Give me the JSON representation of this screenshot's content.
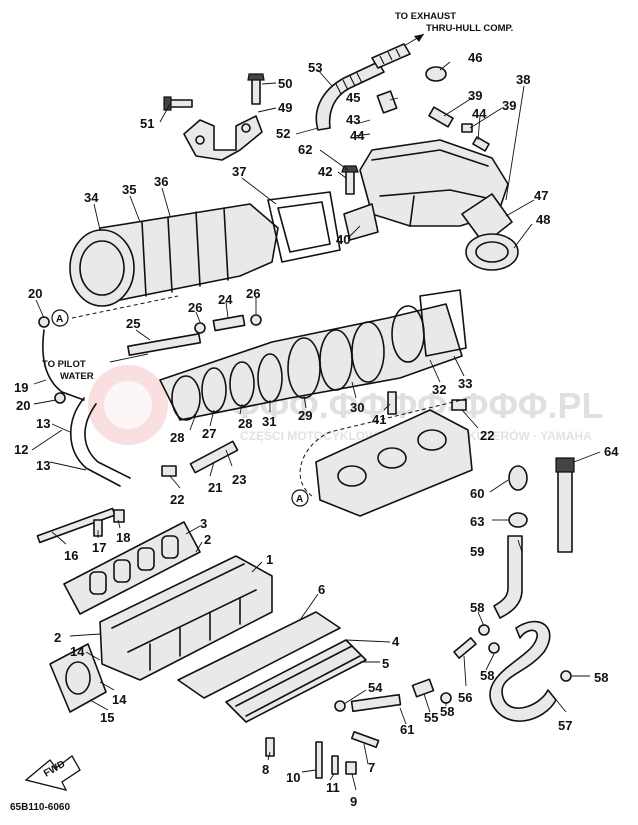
{
  "notes": {
    "exhaust_line1": "TO EXHAUST",
    "exhaust_line2": "THRU-HULL COMP.",
    "pilot_line1": "TO PILOT",
    "pilot_line2": "WATER"
  },
  "diagram_code": "65B110-6060",
  "fwd_label": "FWD",
  "watermark": {
    "main": "ΦΦΦ.ΦΦΦΦ-ΦΦΦ.PL",
    "sub": "CZĘŚCI MOTOCYKLOWE · OSTRÓW · SKUTERÓW · YAMAHA"
  },
  "markers": {
    "a1": "A",
    "a2": "A"
  },
  "callouts": {
    "c1": "1",
    "c2a": "2",
    "c2b": "2",
    "c3": "3",
    "c4": "4",
    "c5": "5",
    "c6": "6",
    "c7": "7",
    "c8": "8",
    "c9": "9",
    "c10": "10",
    "c11": "11",
    "c12": "12",
    "c13a": "13",
    "c13b": "13",
    "c14a": "14",
    "c14b": "14",
    "c15": "15",
    "c16": "16",
    "c17": "17",
    "c18": "18",
    "c19": "19",
    "c20a": "20",
    "c20b": "20",
    "c21": "21",
    "c22a": "22",
    "c22b": "22",
    "c23": "23",
    "c24": "24",
    "c25": "25",
    "c26a": "26",
    "c26b": "26",
    "c27": "27",
    "c28a": "28",
    "c28b": "28",
    "c29": "29",
    "c30": "30",
    "c31": "31",
    "c32": "32",
    "c33": "33",
    "c34": "34",
    "c35": "35",
    "c36": "36",
    "c37": "37",
    "c38": "38",
    "c39a": "39",
    "c39b": "39",
    "c40": "40",
    "c41": "41",
    "c42": "42",
    "c43": "43",
    "c44a": "44",
    "c44b": "44",
    "c45": "45",
    "c46": "46",
    "c47": "47",
    "c48": "48",
    "c49": "49",
    "c50": "50",
    "c51": "51",
    "c52": "52",
    "c53": "53",
    "c54": "54",
    "c55": "55",
    "c56": "56",
    "c57": "57",
    "c58a": "58",
    "c58b": "58",
    "c58c": "58",
    "c58d": "58",
    "c59": "59",
    "c60": "60",
    "c61": "61",
    "c62": "62",
    "c63": "63",
    "c64": "64"
  }
}
